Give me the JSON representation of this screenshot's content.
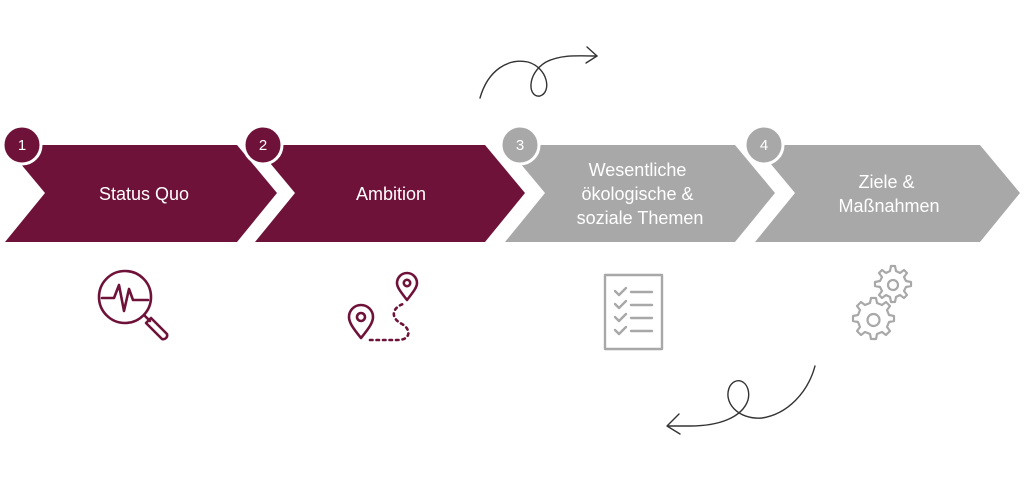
{
  "colors": {
    "active": "#6e1239",
    "inactive": "#a8a8a8",
    "badge_border": "#ffffff",
    "doodle": "#333333"
  },
  "steps": [
    {
      "number": "1",
      "lines": [
        "Status Quo"
      ],
      "state": "active",
      "icon": "magnifier-pulse-icon"
    },
    {
      "number": "2",
      "lines": [
        "Ambition"
      ],
      "state": "active",
      "icon": "route-pins-icon"
    },
    {
      "number": "3",
      "lines": [
        "Wesentliche",
        "ökologische &",
        "soziale Themen"
      ],
      "state": "inactive",
      "icon": "checklist-icon"
    },
    {
      "number": "4",
      "lines": [
        "Ziele &",
        "Maßnahmen"
      ],
      "state": "inactive",
      "icon": "gears-icon"
    }
  ]
}
